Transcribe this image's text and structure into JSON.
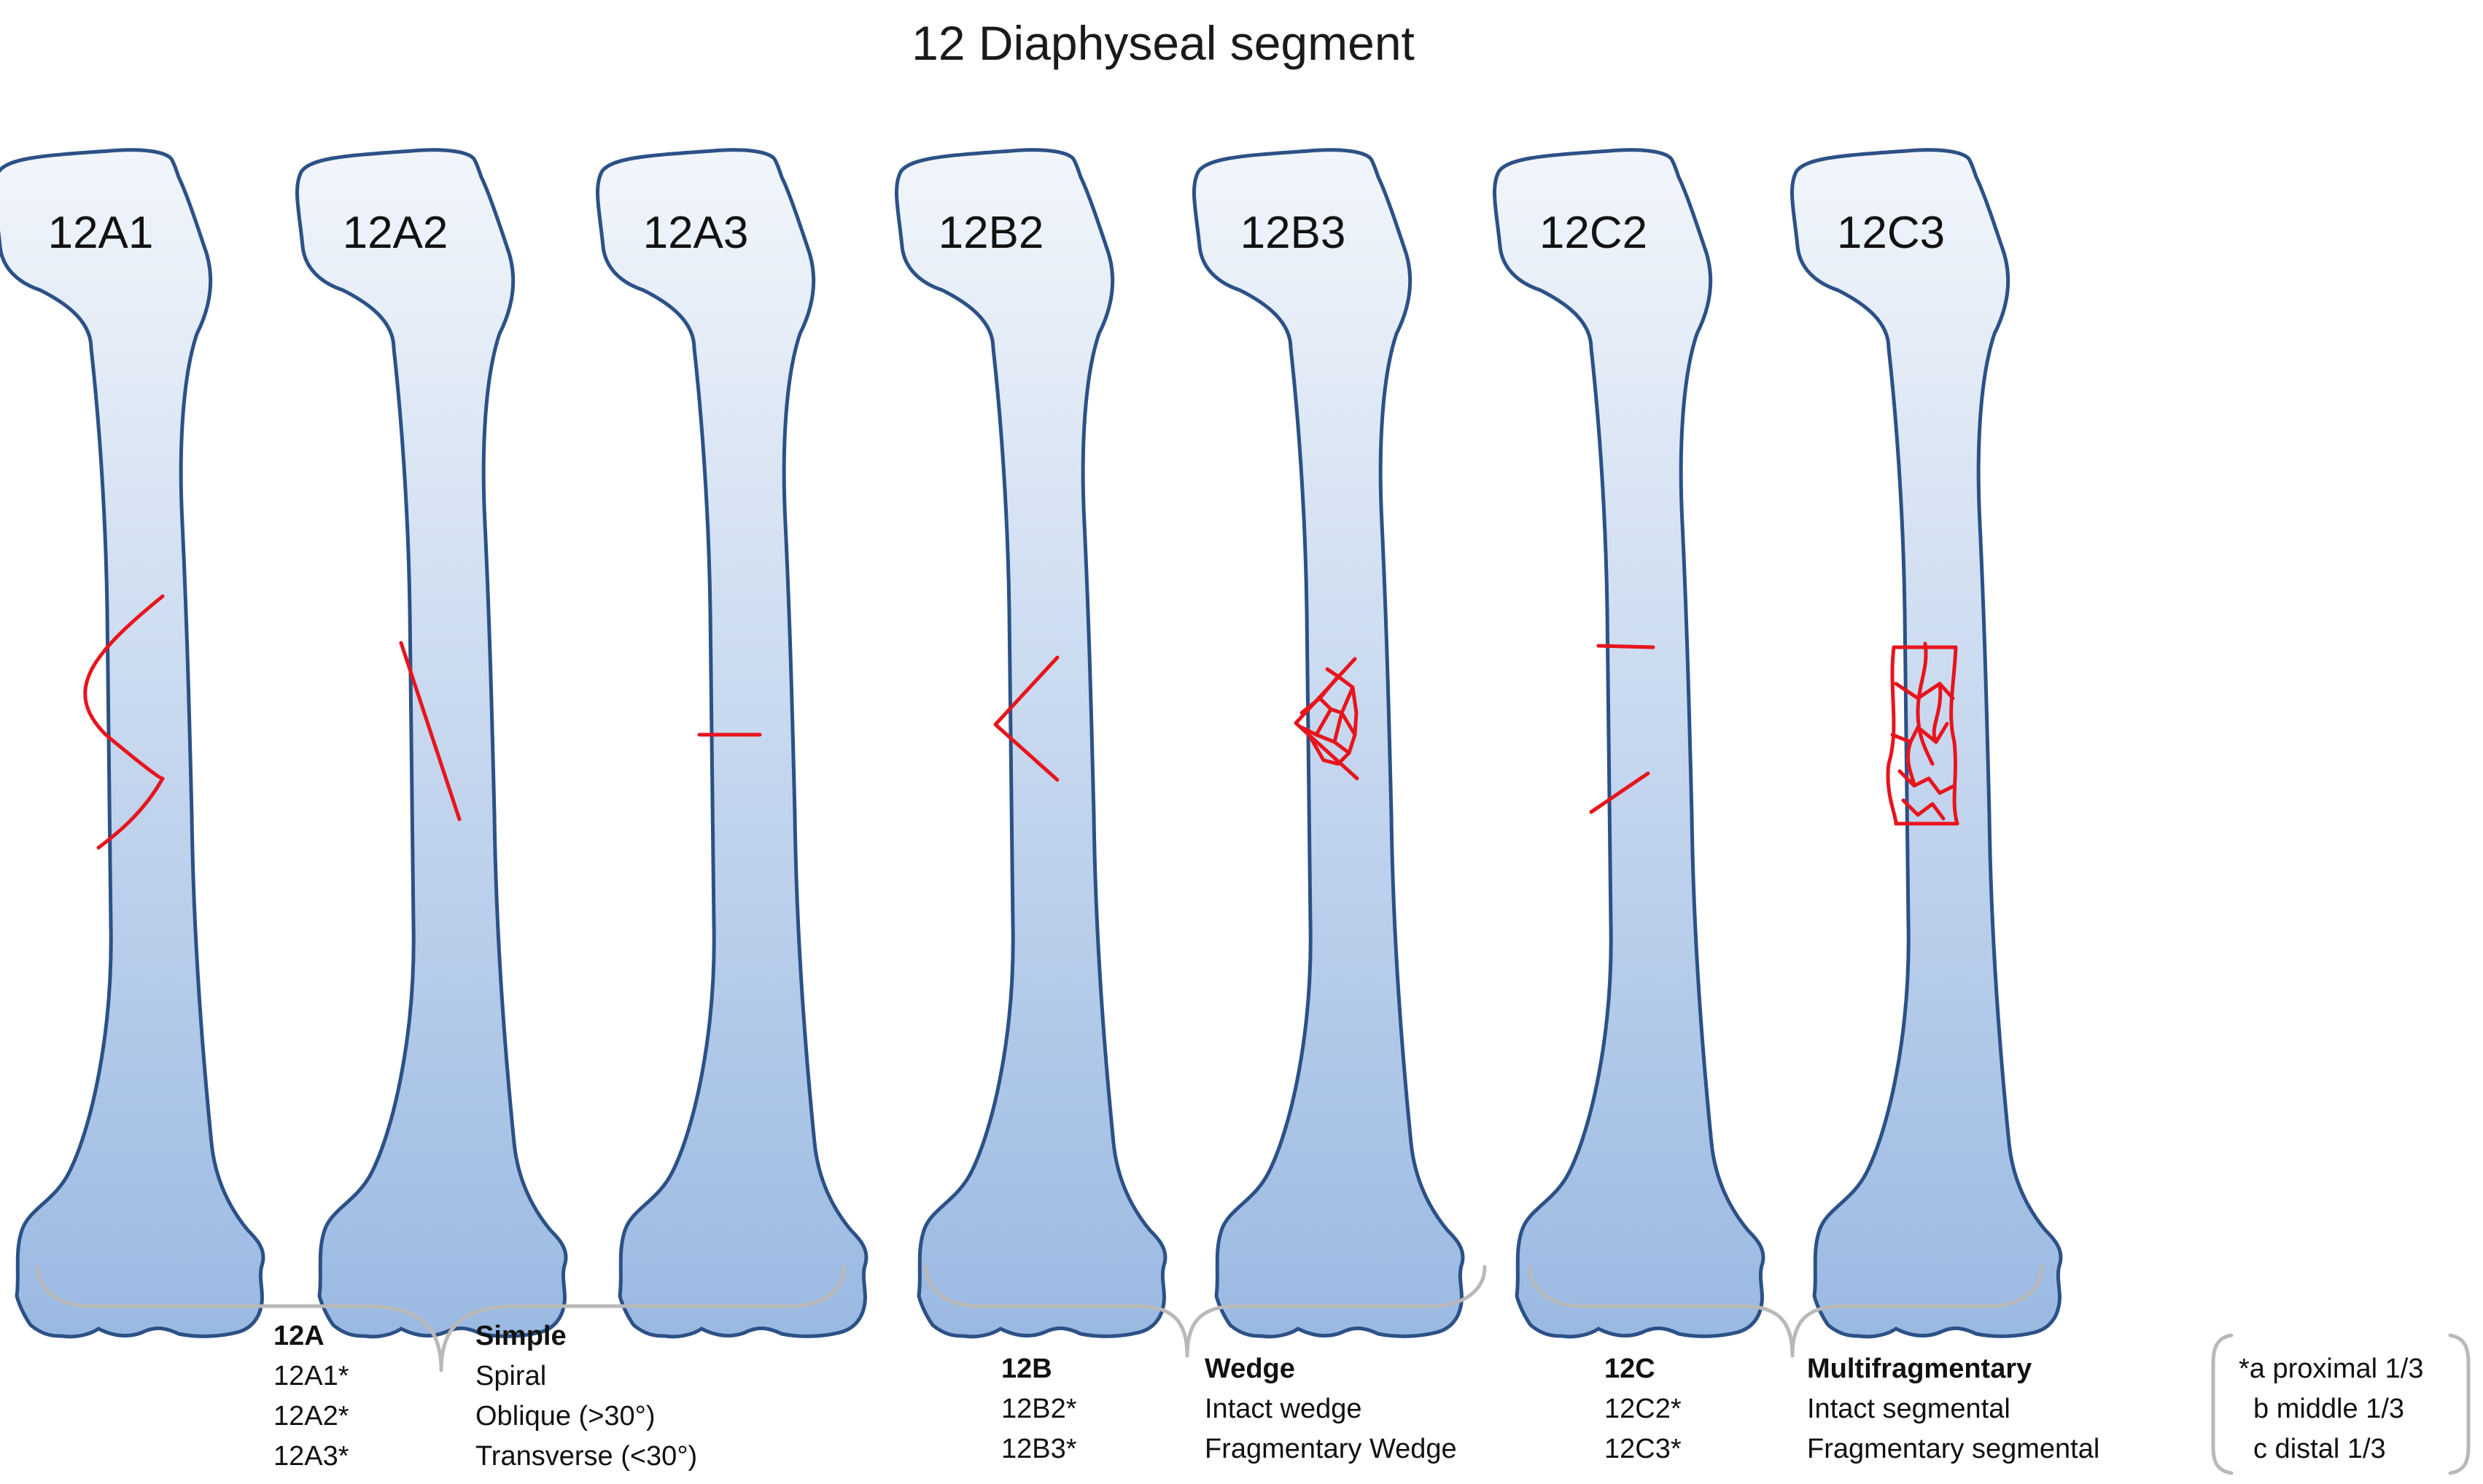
{
  "title": "12 Diaphyseal segment",
  "bones": [
    {
      "id": "12A1",
      "label": "12A1"
    },
    {
      "id": "12A2",
      "label": "12A2"
    },
    {
      "id": "12A3",
      "label": "12A3"
    },
    {
      "id": "12B2",
      "label": "12B2"
    },
    {
      "id": "12B3",
      "label": "12B3"
    },
    {
      "id": "12C2",
      "label": "12C2"
    },
    {
      "id": "12C3",
      "label": "12C3"
    }
  ],
  "groups": [
    {
      "code": "12A",
      "name": "Simple",
      "rows": [
        {
          "code": "12A1*",
          "desc": "Spiral"
        },
        {
          "code": "12A2*",
          "desc": "Oblique (>30°)"
        },
        {
          "code": "12A3*",
          "desc": "Transverse (<30°)"
        }
      ]
    },
    {
      "code": "12B",
      "name": "Wedge",
      "rows": [
        {
          "code": "12B2*",
          "desc": "Intact wedge"
        },
        {
          "code": "12B3*",
          "desc": "Fragmentary Wedge"
        }
      ]
    },
    {
      "code": "12C",
      "name": "Multifragmentary",
      "rows": [
        {
          "code": "12C2*",
          "desc": "Intact segmental"
        },
        {
          "code": "12C3*",
          "desc": "Fragmentary segmental"
        }
      ]
    }
  ],
  "note": {
    "lines": [
      "*a proximal 1/3",
      "b middle 1/3",
      "c distal 1/3"
    ]
  },
  "colors": {
    "fracture_line": "#e8141c",
    "bone_outline": "#2c5187",
    "bone_fill_top": "#f2f6fb",
    "bone_fill_bottom": "#9ab9e2",
    "brace": "#b9b9b9"
  }
}
